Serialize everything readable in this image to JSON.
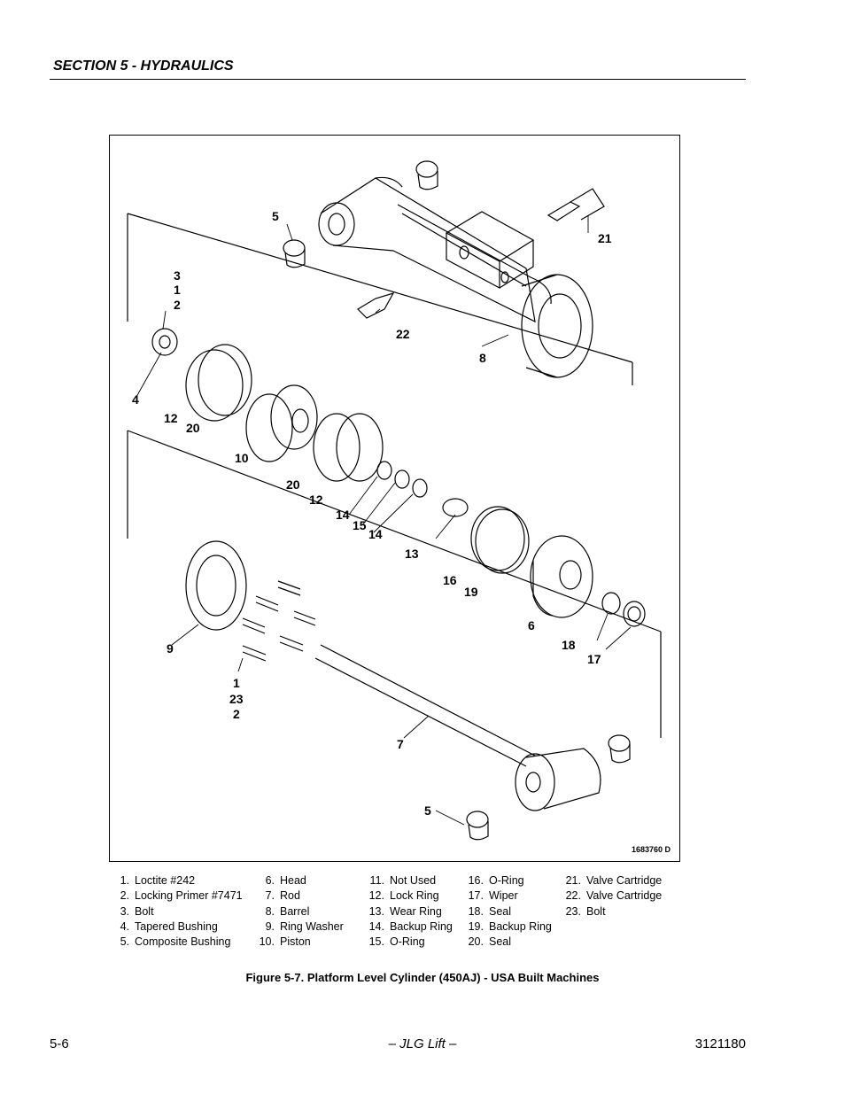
{
  "header": {
    "section_title": "SECTION 5 - HYDRAULICS"
  },
  "figure": {
    "drawing_number": "1683760 D",
    "callouts": [
      {
        "id": "c5a",
        "text": "5"
      },
      {
        "id": "c21",
        "text": "21"
      },
      {
        "id": "c3",
        "text": "3"
      },
      {
        "id": "c1a",
        "text": "1"
      },
      {
        "id": "c2a",
        "text": "2"
      },
      {
        "id": "c22",
        "text": "22"
      },
      {
        "id": "c8",
        "text": "8"
      },
      {
        "id": "c4",
        "text": "4"
      },
      {
        "id": "c12a",
        "text": "12"
      },
      {
        "id": "c20a",
        "text": "20"
      },
      {
        "id": "c10",
        "text": "10"
      },
      {
        "id": "c20b",
        "text": "20"
      },
      {
        "id": "c12b",
        "text": "12"
      },
      {
        "id": "c14a",
        "text": "14"
      },
      {
        "id": "c15",
        "text": "15"
      },
      {
        "id": "c14b",
        "text": "14"
      },
      {
        "id": "c13",
        "text": "13"
      },
      {
        "id": "c16",
        "text": "16"
      },
      {
        "id": "c19",
        "text": "19"
      },
      {
        "id": "c6",
        "text": "6"
      },
      {
        "id": "c18",
        "text": "18"
      },
      {
        "id": "c17",
        "text": "17"
      },
      {
        "id": "c9",
        "text": "9"
      },
      {
        "id": "c1b",
        "text": "1"
      },
      {
        "id": "c23",
        "text": "23"
      },
      {
        "id": "c2b",
        "text": "2"
      },
      {
        "id": "c7",
        "text": "7"
      },
      {
        "id": "c5b",
        "text": "5"
      }
    ]
  },
  "legend": [
    [
      {
        "num": "1.",
        "label": "Loctite #242"
      },
      {
        "num": "2.",
        "label": "Locking Primer #7471"
      },
      {
        "num": "3.",
        "label": "Bolt"
      },
      {
        "num": "4.",
        "label": "Tapered Bushing"
      },
      {
        "num": "5.",
        "label": "Composite Bushing"
      }
    ],
    [
      {
        "num": "6.",
        "label": "Head"
      },
      {
        "num": "7.",
        "label": "Rod"
      },
      {
        "num": "8.",
        "label": "Barrel"
      },
      {
        "num": "9.",
        "label": "Ring Washer"
      },
      {
        "num": "10.",
        "label": "Piston"
      }
    ],
    [
      {
        "num": "11.",
        "label": "Not Used"
      },
      {
        "num": "12.",
        "label": "Lock Ring"
      },
      {
        "num": "13.",
        "label": "Wear Ring"
      },
      {
        "num": "14.",
        "label": "Backup Ring"
      },
      {
        "num": "15.",
        "label": "O-Ring"
      }
    ],
    [
      {
        "num": "16.",
        "label": "O-Ring"
      },
      {
        "num": "17.",
        "label": "Wiper"
      },
      {
        "num": "18.",
        "label": "Seal"
      },
      {
        "num": "19.",
        "label": "Backup Ring"
      },
      {
        "num": "20.",
        "label": "Seal"
      }
    ],
    [
      {
        "num": "21.",
        "label": "Valve Cartridge"
      },
      {
        "num": "22.",
        "label": "Valve Cartridge"
      },
      {
        "num": "23.",
        "label": "Bolt"
      }
    ]
  ],
  "caption": "Figure 5-7.  Platform Level Cylinder (450AJ) - USA Built Machines",
  "footer": {
    "page_number": "5-6",
    "brand": "– JLG Lift –",
    "doc_number": "3121180"
  }
}
